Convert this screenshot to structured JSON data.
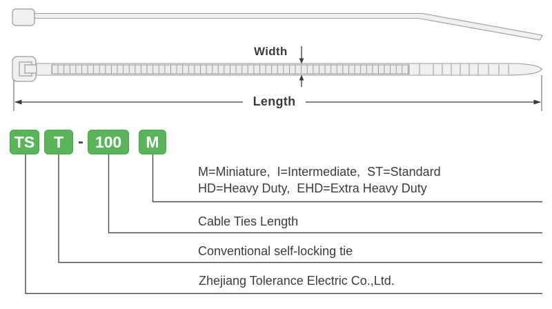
{
  "product_diagram": {
    "width_label": "Width",
    "length_label": "Length"
  },
  "part_number": {
    "separator": "-",
    "segments": [
      {
        "code": "TS",
        "meaning": "Zhejiang Tolerance Electric Co.,Ltd."
      },
      {
        "code": "T",
        "meaning": "Conventional self-locking tie"
      },
      {
        "code": "100",
        "meaning": "Cable Ties Length"
      },
      {
        "code": "M",
        "meaning_lines": [
          "M=Miniature,  I=Intermediate,  ST=Standard",
          "HD=Heavy Duty,  EHD=Extra Heavy Duty"
        ]
      }
    ]
  },
  "colors": {
    "accent_green": "#5ab55a",
    "accent_green_border": "#4aa34a",
    "text": "#3b3b3b",
    "line": "#4a4a4a",
    "tie_fill": "#f0f0f0",
    "tie_stroke": "#9a9a9a"
  }
}
